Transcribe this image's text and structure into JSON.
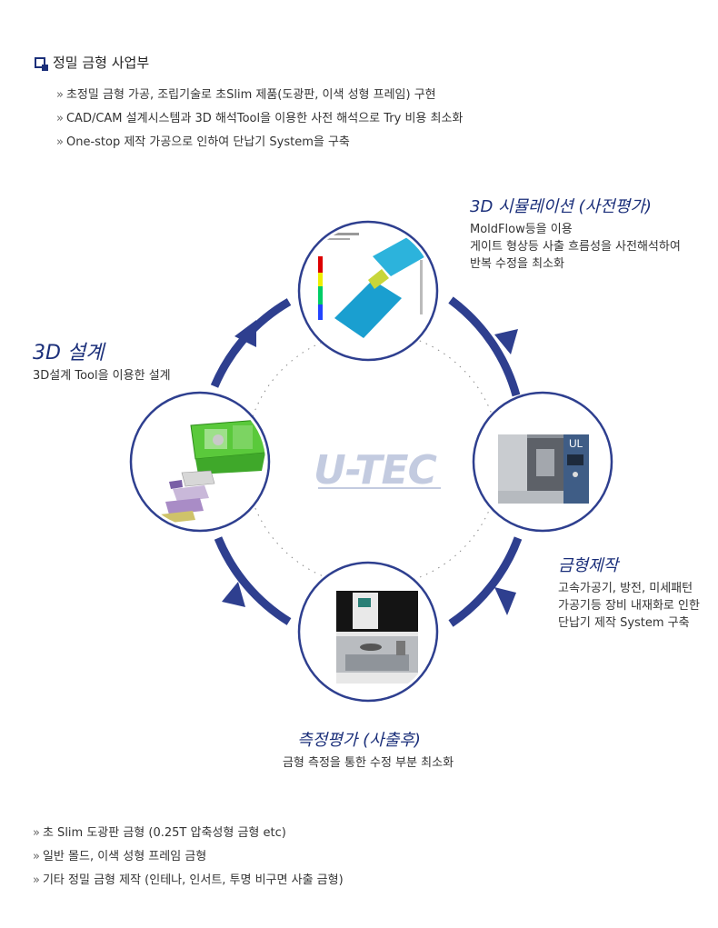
{
  "section": {
    "title": "정밀 금형 사업부",
    "bullets": [
      "초정밀 금형 가공, 조립기술로 초Slim 제품(도광판, 이색 성형 프레임) 구현",
      "CAD/CAM  설계시스템과 3D 해석Tool을 이용한 사전 해석으로 Try 비용 최소화",
      "One-stop 제작 가공으로 인하여 단납기 System을 구축"
    ],
    "arrow_glyph": "»"
  },
  "stages": {
    "simulation": {
      "title": "3D 시뮬레이션 (사전평가)",
      "desc": [
        "MoldFlow등을 이용",
        "게이트 형상등 사출 흐름성을 사전해석하여",
        "반복 수정을 최소화"
      ]
    },
    "design": {
      "title": "3D 설계",
      "desc": [
        "3D설계 Tool을 이용한 설계"
      ]
    },
    "manufacture": {
      "title": "금형제작",
      "desc": [
        "고속가공기, 방전, 미세패턴",
        "가공기등 장비 내재화로 인한",
        "단납기 제작 System 구축"
      ]
    },
    "measurement": {
      "title": "측정평가 (사출후)",
      "desc": [
        "금형 측정을 통한 수정 부분 최소화"
      ]
    }
  },
  "logo": {
    "text": "U-TEC"
  },
  "products": {
    "bullets": [
      "초 Slim 도광판 금형  (0.25T 압축성형 금형 etc)",
      "일반 몰드, 이색 성형 프레임 금형",
      "기타 정밀 금형 제작 (인테나, 인서트, 투명 비구면 사출 금형)"
    ]
  },
  "colors": {
    "accent": "#2e3f8f",
    "title": "#1b2f7a",
    "circle_border": "#2e3f8f"
  },
  "icons": {
    "section": "box-bullet-icon"
  }
}
